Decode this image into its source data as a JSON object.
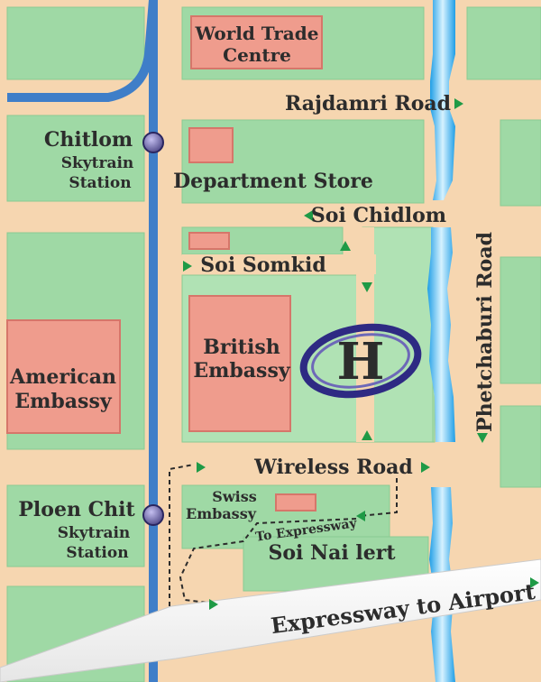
{
  "colors": {
    "block": "#9fd9a5",
    "road": "#f6d6b0",
    "building": "#ef9c8d",
    "building_edge": "#d6766a",
    "canal": "#35b3ee",
    "skytrain": "#3f7ec8",
    "station": "#6a5fa0",
    "arrow": "#1f9a46",
    "logo": "#2e2a83"
  },
  "roads": {
    "rajdamri": "Rajdamri Road",
    "soi_chidlom": "Soi Chidlom",
    "soi_somkid": "Soi Somkid",
    "phetchaburi": "Phetchaburi Road",
    "wireless": "Wireless Road",
    "to_expressway": "To Expressway",
    "soi_nai_lert": "Soi Nai lert",
    "expressway": "Expressway to Airport"
  },
  "places": {
    "world_trade": [
      "World Trade",
      "Centre"
    ],
    "department_store": "Department Store",
    "british_embassy": [
      "British",
      "Embassy"
    ],
    "american_embassy": [
      "American",
      "Embassy"
    ],
    "swiss_embassy": [
      "Swiss",
      "Embassy"
    ]
  },
  "stations": {
    "chitlom": [
      "Chitlom",
      "Skytrain",
      "Station"
    ],
    "ploen_chit": [
      "Ploen Chit",
      "Skytrain",
      "Station"
    ]
  },
  "logo": {
    "icon": "hilton-logo-icon",
    "letter": "H"
  }
}
